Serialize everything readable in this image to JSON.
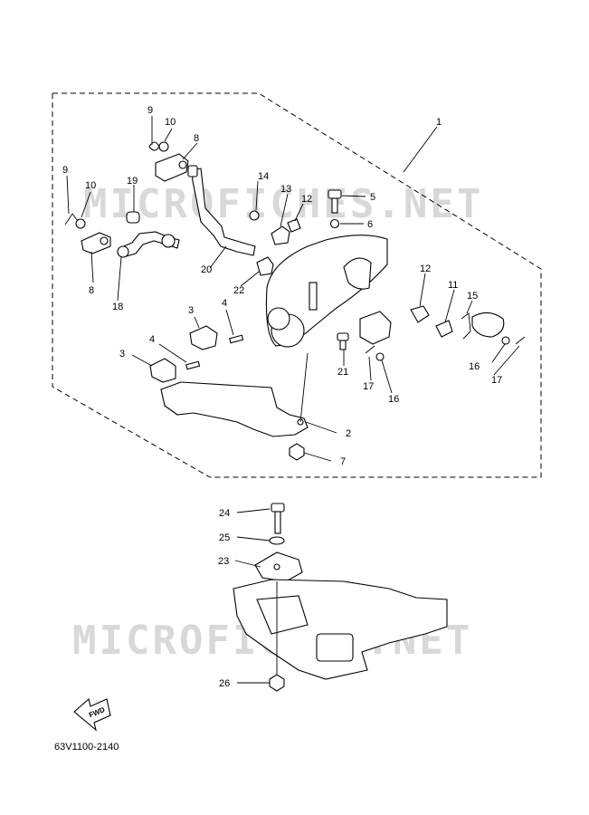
{
  "watermark": "MICROFICHES.NET",
  "diagram_code": "63V1100-2140",
  "fwd_label": "FWD",
  "callouts": {
    "c1": "1",
    "c2": "2",
    "c3a": "3",
    "c3b": "3",
    "c4a": "4",
    "c4b": "4",
    "c5": "5",
    "c6": "6",
    "c7": "7",
    "c8a": "8",
    "c8b": "8",
    "c9a": "9",
    "c9b": "9",
    "c10a": "10",
    "c10b": "10",
    "c11": "11",
    "c12a": "12",
    "c12b": "12",
    "c13": "13",
    "c14": "14",
    "c15": "15",
    "c16a": "16",
    "c16b": "16",
    "c17a": "17",
    "c17b": "17",
    "c18": "18",
    "c19": "19",
    "c20": "20",
    "c21": "21",
    "c22": "22",
    "c23": "23",
    "c24": "24",
    "c25": "25",
    "c26": "26"
  }
}
